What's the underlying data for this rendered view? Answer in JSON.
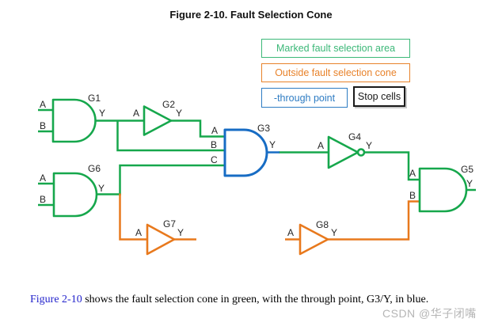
{
  "title": "Figure 2-10. Fault Selection Cone",
  "legend": {
    "items": [
      {
        "label": "Marked fault selection area",
        "color": "#3cb878"
      },
      {
        "label": "Outside fault selection cone",
        "color": "#e8822a"
      },
      {
        "label": "-through point",
        "color": "#2e7cc3"
      },
      {
        "label": "Stop cells",
        "color": "#1a1a1a"
      }
    ]
  },
  "colors": {
    "cone_green": "#16a74c",
    "outside_orange": "#e8791d",
    "through_blue": "#176cc4",
    "link_blue": "#2424cc",
    "watermark_gray": "#b5b5b5"
  },
  "circuit": {
    "gates": [
      {
        "id": "G1",
        "type": "AND",
        "region": "fault-selection-cone",
        "inputs": [
          "A",
          "B"
        ],
        "output": "Y"
      },
      {
        "id": "G2",
        "type": "BUF",
        "region": "fault-selection-cone",
        "inputs": [
          "A"
        ],
        "output": "Y"
      },
      {
        "id": "G3",
        "type": "AND",
        "region": "through-point",
        "inputs": [
          "A",
          "B",
          "C"
        ],
        "output": "Y"
      },
      {
        "id": "G4",
        "type": "INV",
        "region": "fault-selection-cone",
        "inputs": [
          "A"
        ],
        "output": "Y"
      },
      {
        "id": "G5",
        "type": "AND",
        "region": "fault-selection-cone",
        "inputs": [
          "A",
          "B"
        ],
        "output": "Y"
      },
      {
        "id": "G6",
        "type": "AND",
        "region": "fault-selection-cone",
        "inputs": [
          "A",
          "B"
        ],
        "output": "Y"
      },
      {
        "id": "G7",
        "type": "BUF",
        "region": "outside-cone",
        "inputs": [
          "A"
        ],
        "output": "Y"
      },
      {
        "id": "G8",
        "type": "BUF",
        "region": "outside-cone",
        "inputs": [
          "A"
        ],
        "output": "Y"
      }
    ],
    "connections": [
      "G1/Y -> G2/A",
      "G1/Y -> G3/B",
      "G2/Y -> G3/A",
      "G6/Y -> G3/C",
      "G6/Y -> G7/A",
      "G3/Y -> G4/A",
      "G4/Y -> G5/A",
      "G8/Y -> G5/B"
    ]
  },
  "caption": {
    "link": "Figure 2-10",
    "text": " shows the fault selection cone in green, with the through point, G3/Y, in blue."
  },
  "watermark": "CSDN @华子闭嘴"
}
